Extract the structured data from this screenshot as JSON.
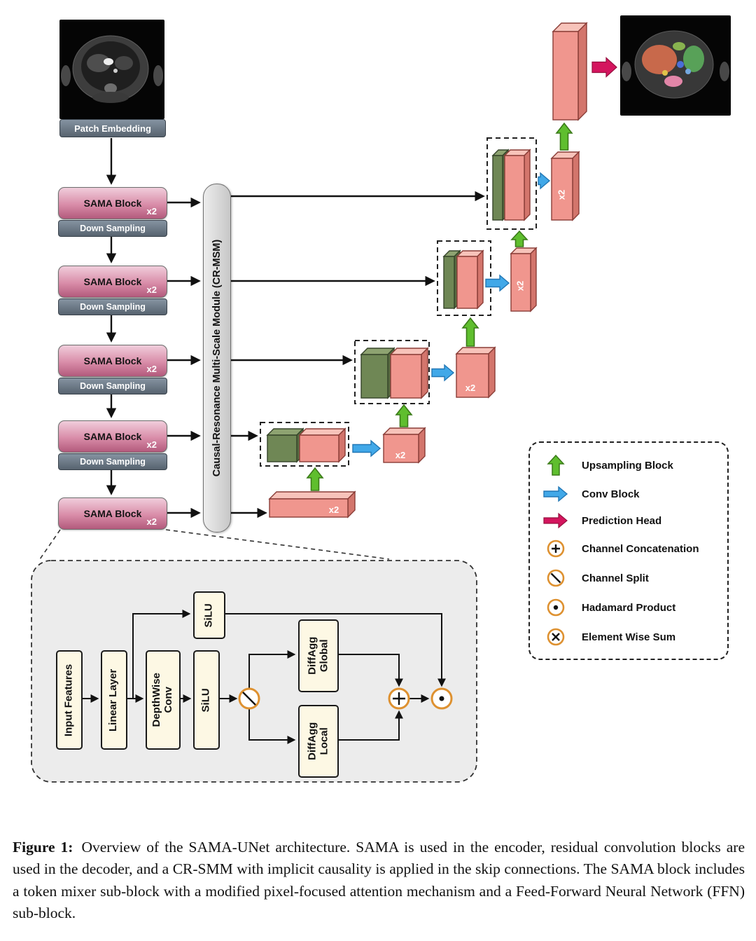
{
  "encoder": {
    "patch_embedding": "Patch Embedding",
    "sama_block": "SAMA Block",
    "down_sampling": "Down Sampling",
    "multiplier": "x2"
  },
  "skip_module": {
    "label": "Causal-Resonance Multi-Scale Module (CR-MSM)"
  },
  "decoder": {
    "multiplier": "x2"
  },
  "legend": {
    "items": [
      {
        "icon": "upsampling-arrow",
        "label": "Upsampling Block"
      },
      {
        "icon": "conv-arrow",
        "label": "Conv Block"
      },
      {
        "icon": "prediction-arrow",
        "label": "Prediction Head"
      },
      {
        "icon": "circle-plus",
        "label": "Channel Concatenation"
      },
      {
        "icon": "circle-slash",
        "label": "Channel Split"
      },
      {
        "icon": "circle-dot",
        "label": "Hadamard Product"
      },
      {
        "icon": "circle-cross",
        "label": "Element Wise Sum"
      }
    ]
  },
  "sama_block_detail": {
    "input_features": "Input Features",
    "linear_layer": "Linear Layer",
    "depthwise_conv": {
      "line1": "DepthWise",
      "line2": "Conv"
    },
    "silu_main": "SiLU",
    "silu_gate": "SiLU",
    "diffagg_global": {
      "line1": "DiffAgg",
      "line2": "Global"
    },
    "diffagg_local": {
      "line1": "DiffAgg",
      "line2": "Local"
    }
  },
  "caption": {
    "prefix": "Figure 1:",
    "text": "Overview of the SAMA-UNet architecture. SAMA is used in the encoder, residual convolution blocks are used in the decoder, and a CR-SMM with implicit causality is applied in the skip connections. The SAMA block includes a token mixer sub-block with a modified pixel-focused attention mechanism and a Feed-Forward Neural Network (FFN) sub-block."
  },
  "colors": {
    "sama_block_top": "#f0cddb",
    "sama_block_bottom": "#b25a7c",
    "down_sampling_gray": "#57636f",
    "upsampling_green": "#5fbe2e",
    "conv_blue": "#41a8e8",
    "prediction_magenta": "#d4155e",
    "decoder_pink": "#f0968e",
    "skip_green": "#6f8755",
    "symbol_orange": "#de9130"
  }
}
